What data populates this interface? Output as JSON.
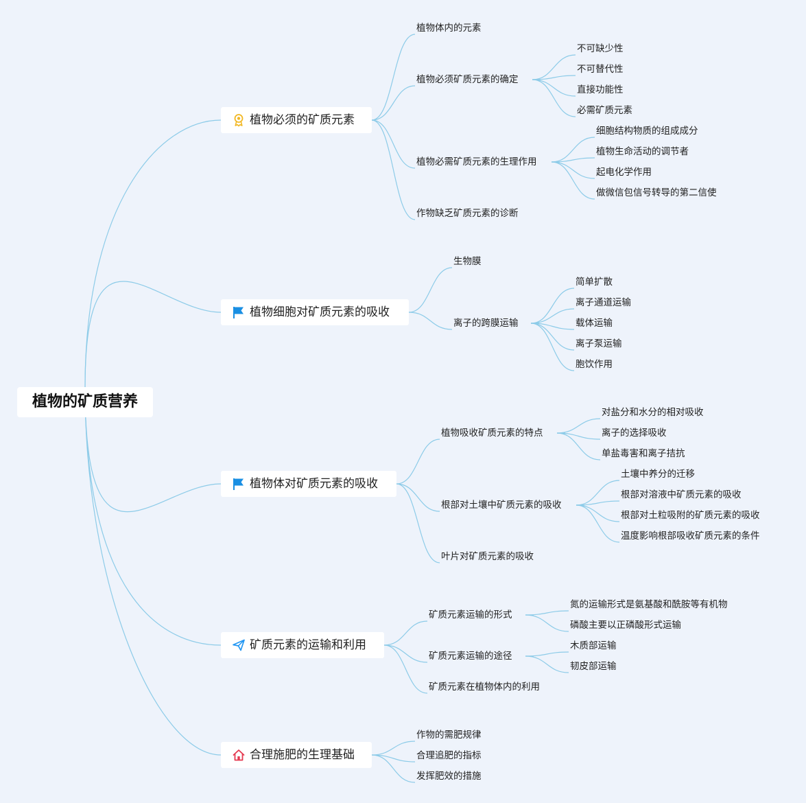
{
  "root": "植物的矿质营养",
  "branches": [
    {
      "label": "植物必须的矿质元素",
      "icon": "award-ribbon-icon",
      "children": [
        {
          "label": "植物体内的元素"
        },
        {
          "label": "植物必须矿质元素的确定",
          "children": [
            "不可缺少性",
            "不可替代性",
            "直接功能性",
            "必需矿质元素"
          ]
        },
        {
          "label": "植物必需矿质元素的生理作用",
          "children": [
            "细胞结构物质的组成成分",
            "植物生命活动的调节者",
            "起电化学作用",
            "做微信包信号转导的第二信使"
          ]
        },
        {
          "label": "作物缺乏矿质元素的诊断"
        }
      ]
    },
    {
      "label": "植物细胞对矿质元素的吸收",
      "icon": "flag-icon",
      "children": [
        {
          "label": "生物膜"
        },
        {
          "label": "离子的跨膜运输",
          "children": [
            "简单扩散",
            "离子通道运输",
            "载体运输",
            "离子泵运输",
            "胞饮作用"
          ]
        }
      ]
    },
    {
      "label": "植物体对矿质元素的吸收",
      "icon": "flag-icon",
      "children": [
        {
          "label": "植物吸收矿质元素的特点",
          "children": [
            "对盐分和水分的相对吸收",
            "离子的选择吸收",
            "单盐毒害和离子拮抗"
          ]
        },
        {
          "label": "根部对土壤中矿质元素的吸收",
          "children": [
            "土壤中养分的迁移",
            "根部对溶液中矿质元素的吸收",
            "根部对土粒吸附的矿质元素的吸收",
            "温度影响根部吸收矿质元素的条件"
          ]
        },
        {
          "label": "叶片对矿质元素的吸收"
        }
      ]
    },
    {
      "label": "矿质元素的运输和利用",
      "icon": "paper-plane-icon",
      "children": [
        {
          "label": "矿质元素运输的形式",
          "children": [
            "氮的运输形式是氨基酸和酰胺等有机物",
            "磷酸主要以正磷酸形式运输"
          ]
        },
        {
          "label": "矿质元素运输的途径",
          "children": [
            "木质部运输",
            "韧皮部运输"
          ]
        },
        {
          "label": "矿质元素在植物体内的利用"
        }
      ]
    },
    {
      "label": "合理施肥的生理基础",
      "icon": "home-icon",
      "children": [
        {
          "label": "作物的需肥规律"
        },
        {
          "label": "合理追肥的指标"
        },
        {
          "label": "发挥肥效的措施"
        }
      ]
    }
  ],
  "colors": {
    "background": "#eef3fb",
    "connector": "#8ccbe8",
    "icon_award": "#f2b824",
    "icon_flag": "#1a8fe3",
    "icon_plane": "#2196f3",
    "icon_home": "#e53950"
  }
}
